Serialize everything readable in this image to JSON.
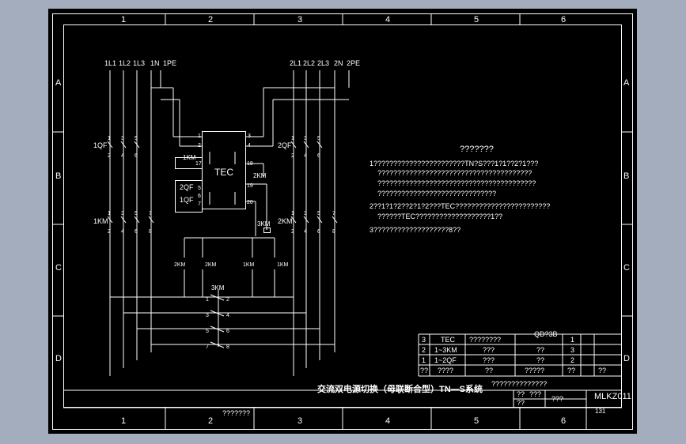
{
  "colors": {
    "background": "#a4adbd",
    "sheet": "#000000",
    "line": "#ffffff"
  },
  "grid": {
    "columns": [
      "1",
      "2",
      "3",
      "4",
      "5",
      "6"
    ],
    "rows": [
      "A",
      "B",
      "C",
      "D"
    ]
  },
  "inputs": {
    "left": [
      "1L1",
      "1L2",
      "1L3",
      "1N",
      "1PE"
    ],
    "right": [
      "2L1",
      "2L2",
      "2L3",
      "2N",
      "2PE"
    ]
  },
  "components": {
    "qf1": "1QF",
    "km1": "1KM",
    "qf2": "2QF",
    "km2": "2KM",
    "km3": "3KM",
    "tec": "TEC",
    "tec_1km": "1KM",
    "tec_2km": "2KM",
    "tec_2qf": "2QF",
    "tec_1qf": "1QF",
    "tec_pins": [
      "1",
      "2",
      "3",
      "4",
      "5",
      "6",
      "7",
      "17",
      "18",
      "19",
      "20"
    ],
    "pole_nums_top": [
      "1",
      "3",
      "5"
    ],
    "pole_nums_bot": [
      "2",
      "4",
      "6"
    ],
    "pole_nums_km_top": [
      "1",
      "3",
      "5",
      "7"
    ],
    "pole_nums_km_bot": [
      "2",
      "4",
      "6",
      "8"
    ],
    "aux_contacts": [
      "2KM",
      "2KM",
      "1KM",
      "1KM"
    ],
    "km3_contacts": [
      [
        "1",
        "2"
      ],
      [
        "3",
        "4"
      ],
      [
        "5",
        "6"
      ],
      [
        "7",
        "8"
      ]
    ]
  },
  "notes": {
    "title": "???????",
    "lines": [
      "1???????????????????????TN?S???1?1??2?1???",
      "???????????????????????????????????????",
      "????????????????????????????????????????",
      "??????????????????????????????",
      "2??1?1?2??2?1?2???TEC????????????????????????",
      "??????TEC???????????????????1??",
      "3???????????????????8??"
    ]
  },
  "parts_table": {
    "header": "QD?3B",
    "rows": [
      [
        "3",
        "TEC",
        "????????",
        "",
        "1"
      ],
      [
        "2",
        "1~3KM",
        "???",
        "??",
        "3"
      ],
      [
        "1",
        "1~2QF",
        "???",
        "??",
        "2"
      ],
      [
        "??",
        "????",
        "??",
        "?????",
        "??",
        "??"
      ]
    ]
  },
  "title_block": {
    "main_title": "交流双电源切换（母联断合型）TN—S系统",
    "subtitle": "??????????????",
    "drawing_no": "MLKZ011",
    "sheet_no": "131",
    "cells": [
      "???????",
      "??",
      "???",
      "??",
      "???"
    ]
  }
}
